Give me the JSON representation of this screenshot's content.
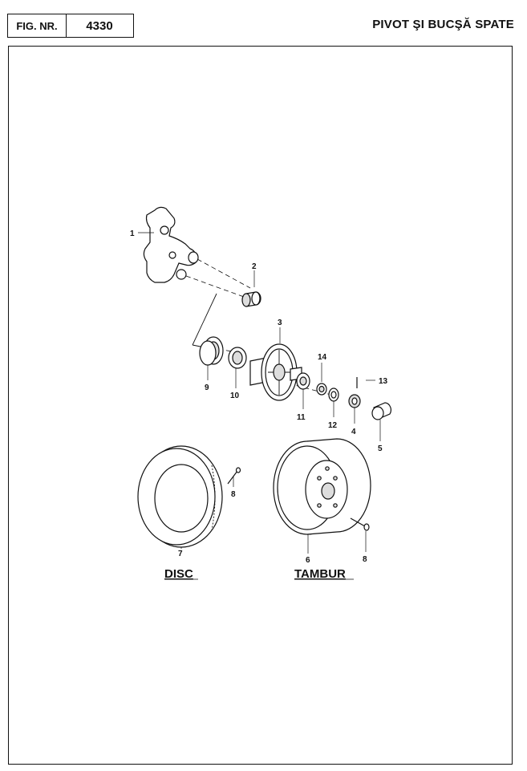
{
  "header": {
    "fig_label": "FIG. NR.",
    "fig_number": "4330",
    "title": "PIVOT ŞI BUCŞĂ SPATE"
  },
  "diagram": {
    "callouts": {
      "c1": "1",
      "c2": "2",
      "c3": "3",
      "c4": "4",
      "c5": "5",
      "c6": "6",
      "c7": "7",
      "c8a": "8",
      "c8b": "8",
      "c9": "9",
      "c10": "10",
      "c11": "11",
      "c12": "12",
      "c13": "13",
      "c14": "14"
    },
    "sections": {
      "disc": "DISC",
      "tambur": "TAMBUR"
    }
  }
}
